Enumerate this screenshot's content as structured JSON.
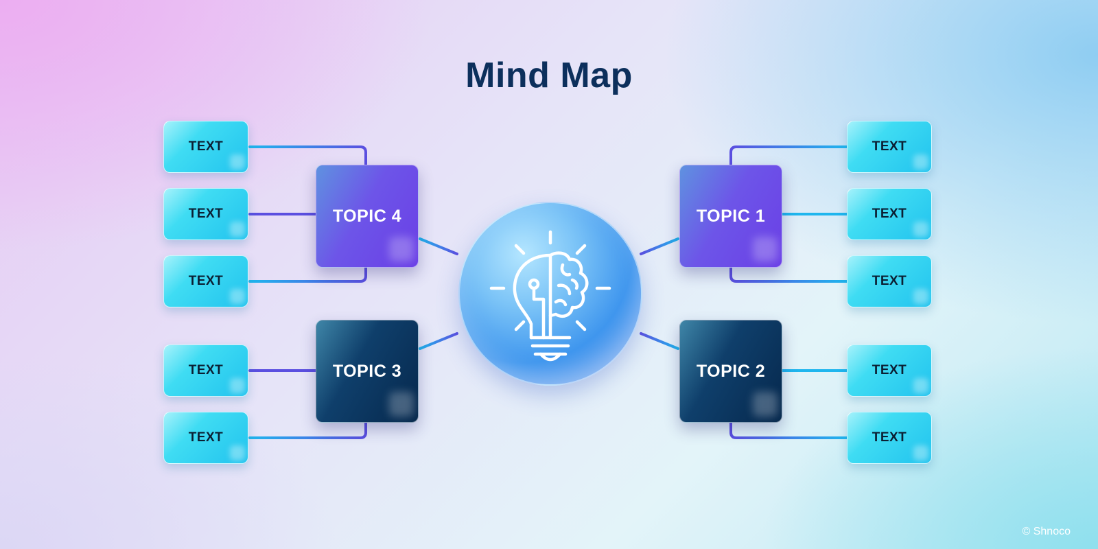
{
  "title": "Mind Map",
  "hub": {
    "icon": "lightbulb-brain-icon"
  },
  "topics": [
    {
      "label": "TOPIC 1",
      "leaves": [
        "TEXT",
        "TEXT",
        "TEXT"
      ]
    },
    {
      "label": "TOPIC 2",
      "leaves": [
        "TEXT",
        "TEXT"
      ]
    },
    {
      "label": "TOPIC 3",
      "leaves": [
        "TEXT",
        "TEXT"
      ]
    },
    {
      "label": "TOPIC 4",
      "leaves": [
        "TEXT",
        "TEXT",
        "TEXT"
      ]
    }
  ],
  "colors": {
    "title": "#0c2f5c",
    "topic_purple": "#6a3fe6",
    "topic_dark": "#06284d",
    "leaf": "#22c3ee",
    "connector_cyan": "#1fb6ee",
    "connector_purple": "#5b4fe0"
  },
  "copyright": "© Shnoco"
}
